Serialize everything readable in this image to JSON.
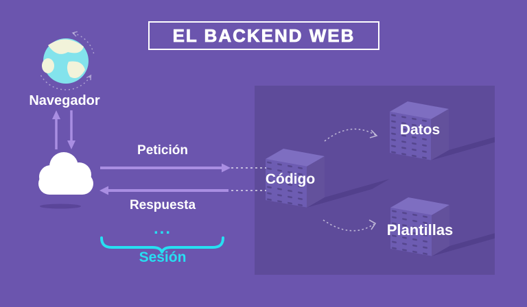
{
  "title": "EL BACKEND WEB",
  "nodes": {
    "browser": "Navegador",
    "code": "Código",
    "data": "Datos",
    "templates": "Plantillas"
  },
  "flows": {
    "request": "Petición",
    "response": "Respuesta",
    "session": "Sesión",
    "session_dots": "..."
  },
  "icons": {
    "browser": "globe-icon",
    "client": "cloud-icon",
    "code": "server-building-icon",
    "data": "server-building-icon",
    "templates": "server-building-icon",
    "sync": "dashed-sync-arrows-icon"
  },
  "colors": {
    "background": "#6b55ae",
    "backend_panel": "#5e4b9a",
    "arrow_purple": "#a98ee2",
    "accent_cyan": "#27dff2",
    "text": "#ffffff",
    "globe_sea": "#83e3ec",
    "globe_land": "#f2f3da",
    "building_top": "#7e6ec1",
    "building_front": "#6d5cb2",
    "building_side": "#63519c",
    "building_window": "#55468e"
  }
}
